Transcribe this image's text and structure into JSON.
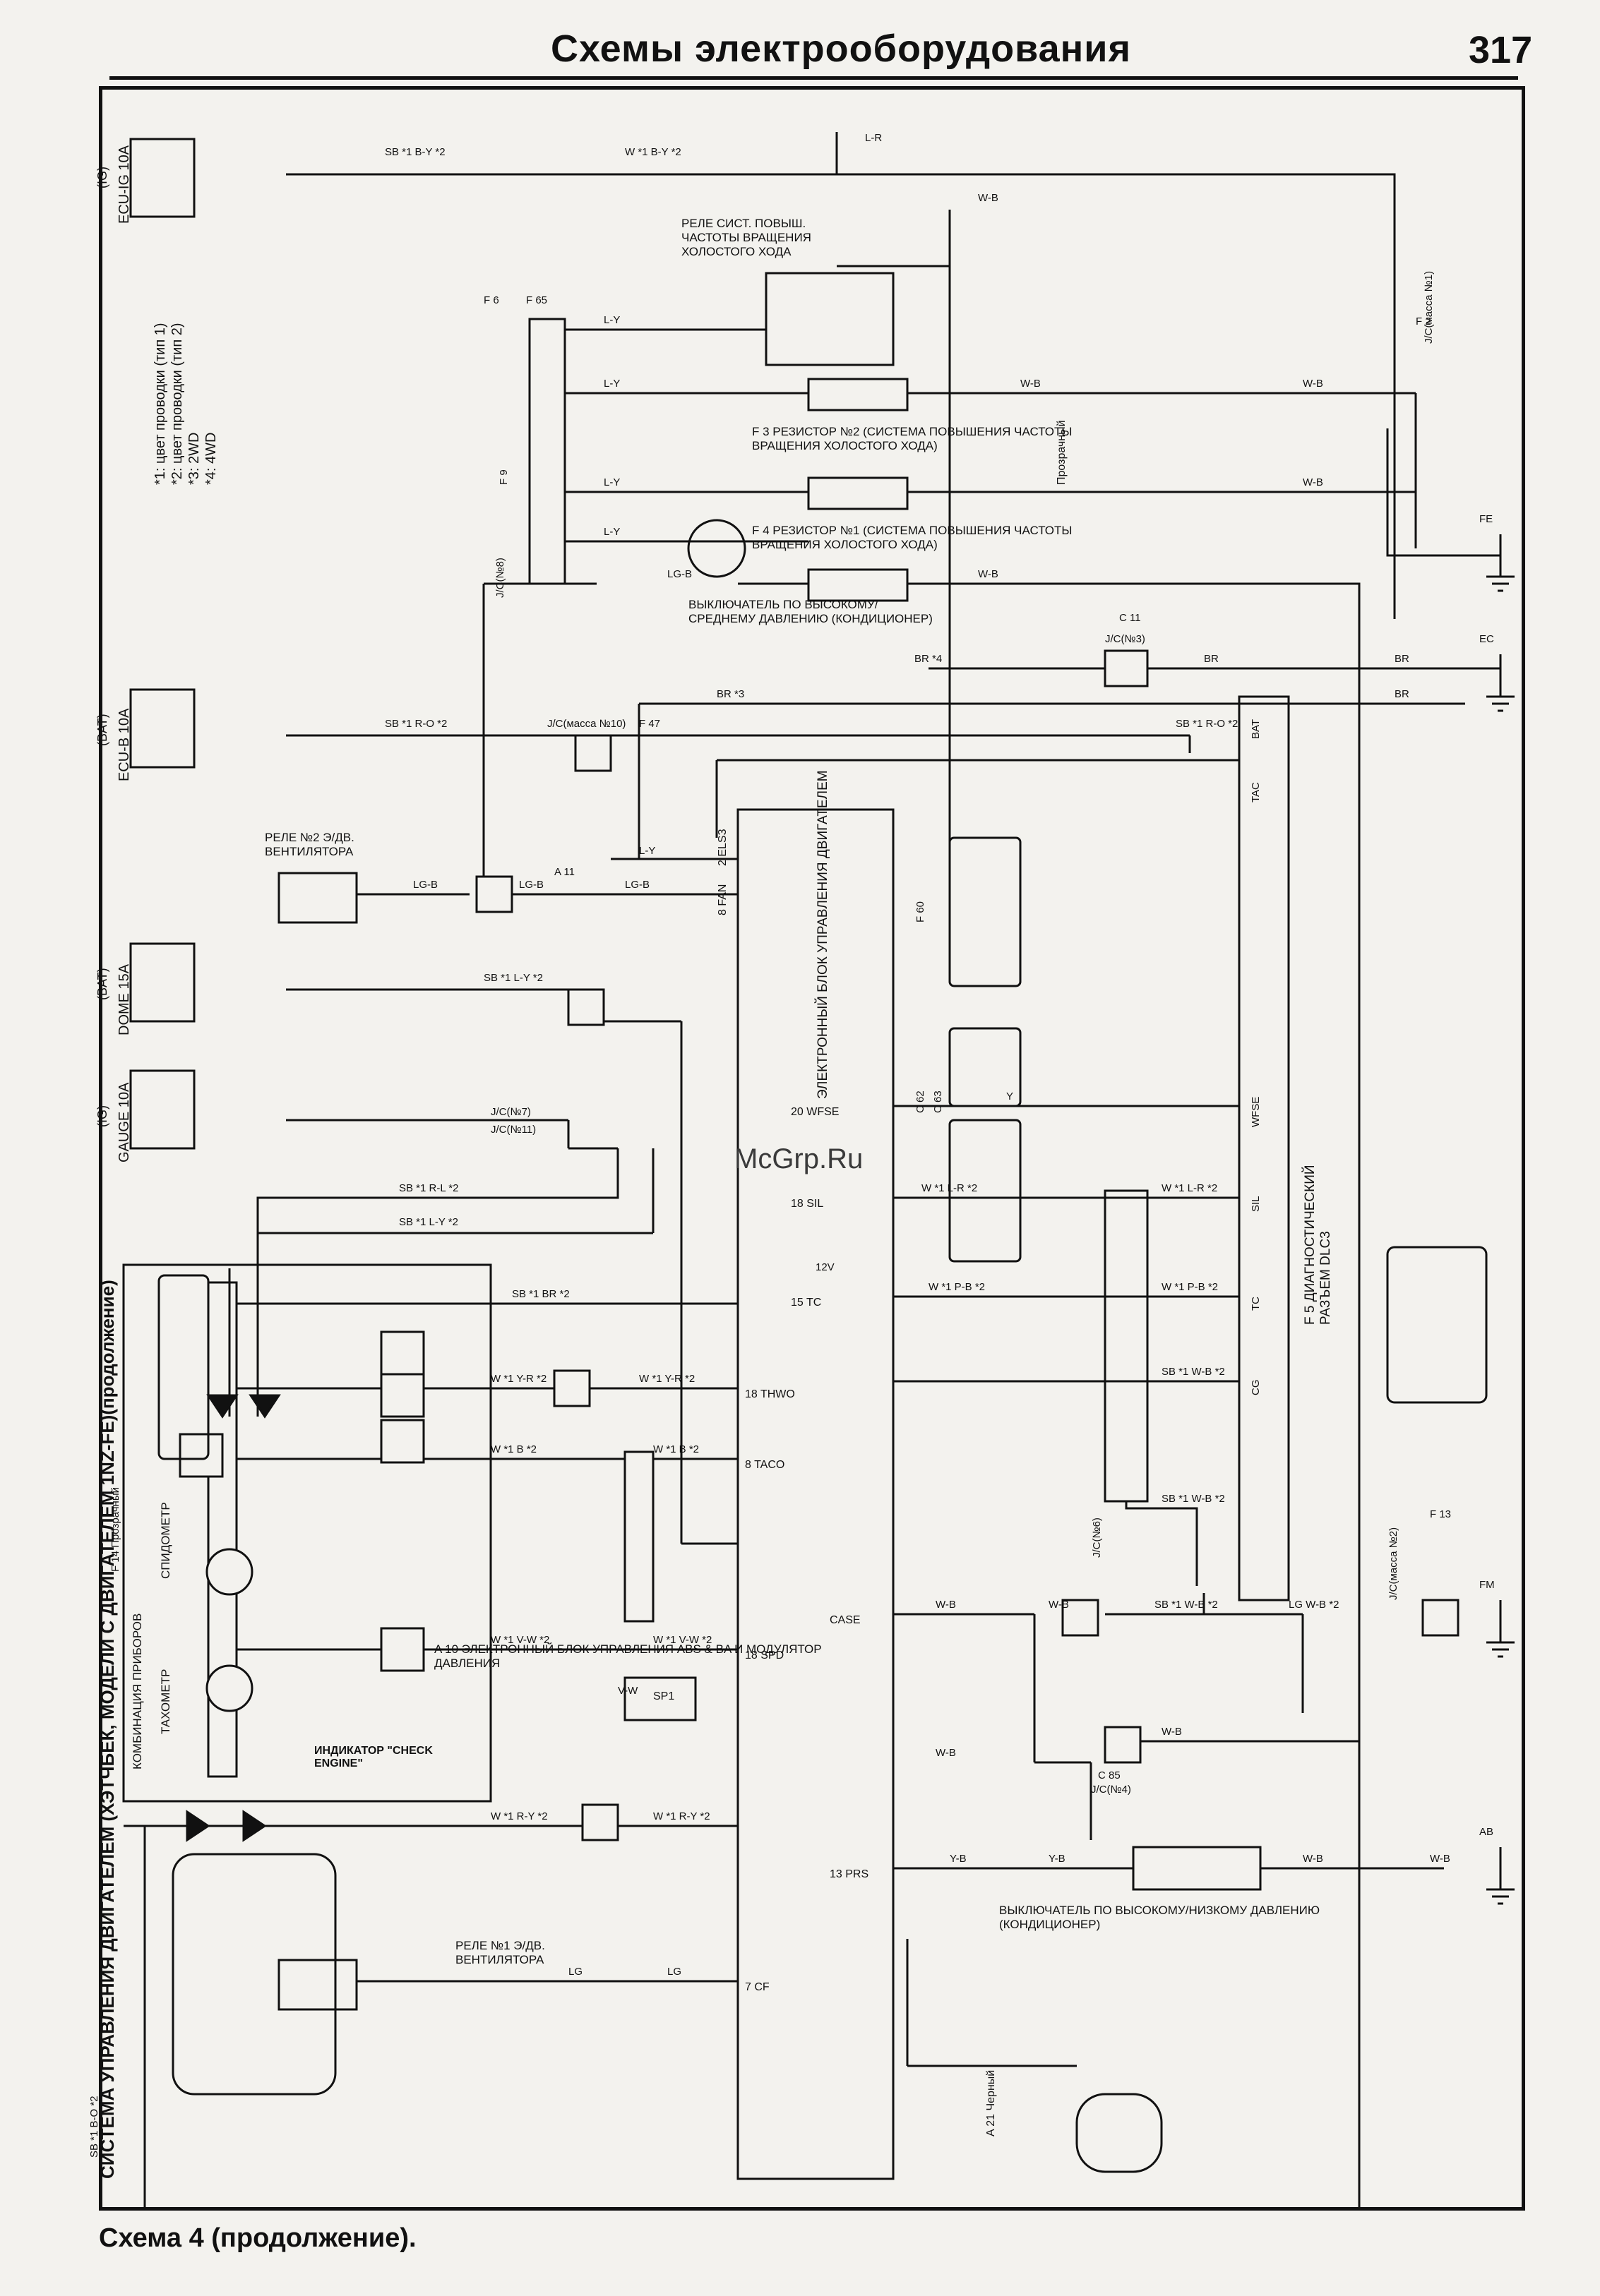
{
  "header": {
    "title": "Схемы электрооборудования",
    "page_number": "317"
  },
  "caption": "Схема 4 (продолжение).",
  "watermark": "McGrp.Ru",
  "colors": {
    "line": "#111111",
    "paper": "#f3f2ee"
  },
  "system_title": "СИСТЕМА УПРАВЛЕНИЯ ДВИГАТЕЛЕМ (ХЭТЧБЕК, МОДЕЛИ С ДВИГАТЕЛЕМ 1NZ-FE)(продолжение)",
  "legend": [
    "*1: цвет проводки (тип 1)",
    "*2: цвет проводки (тип 2)",
    "*3: 2WD",
    "*4: 4WD"
  ],
  "fuses": [
    {
      "name": "ECU-IG",
      "rating": "10A",
      "source": "(IG)"
    },
    {
      "name": "ECU-B",
      "rating": "10A",
      "source": "(BAT)"
    },
    {
      "name": "DOME",
      "rating": "15A",
      "source": "(BAT)"
    },
    {
      "name": "GAUGE",
      "rating": "10A",
      "source": "(IG)"
    }
  ],
  "relays": {
    "idle_relay": "РЕЛЕ СИСТ. ПОВЫШ. ЧАСТОТЫ ВРАЩЕНИЯ ХОЛОСТОГО ХОДА",
    "fan_relay_2": "РЕЛЕ №2 Э/ДВ. ВЕНТИЛЯТОРА",
    "fan_relay_1": "РЕЛЕ №1 Э/ДВ. ВЕНТИЛЯТОРА"
  },
  "resistors": {
    "r2_id": "F 3",
    "r2": "РЕЗИСТОР №2 (СИСТЕМА ПОВЫШЕНИЯ ЧАСТОТЫ ВРАЩЕНИЯ ХОЛОСТОГО ХОДА)",
    "r1_id": "F 4",
    "r1": "РЕЗИСТОР №1 (СИСТЕМА ПОВЫШЕНИЯ ЧАСТОТЫ ВРАЩЕНИЯ ХОЛОСТОГО ХОДА)",
    "transparent": "Прозрачный"
  },
  "switches": {
    "high_medium": "ВЫКЛЮЧАТЕЛЬ ПО ВЫСОКОМУ/СРЕДНЕМУ ДАВЛЕНИЮ (КОНДИЦИОНЕР)",
    "high_low": "ВЫКЛЮЧАТЕЛЬ ПО ВЫСОКОМУ/НИЗКОМУ ДАВЛЕНИЮ (КОНДИЦИОНЕР)",
    "sw_id": "A 21",
    "sw_color": "Черный"
  },
  "ecu": {
    "name": "ЭЛЕКТРОННЫЙ БЛОК УПРАВЛЕНИЯ ДВИГАТЕЛЕМ",
    "pins": [
      {
        "num": "2",
        "name": "ELS3"
      },
      {
        "num": "8",
        "name": "FAN"
      },
      {
        "num": "20",
        "name": "WFSE"
      },
      {
        "num": "18",
        "name": "SIL"
      },
      {
        "num": "15",
        "name": "TC"
      },
      {
        "num": "18",
        "name": "THWO"
      },
      {
        "num": "8",
        "name": "TACO"
      },
      {
        "num": "18",
        "name": "SPD"
      },
      {
        "num": "",
        "name": "CASE"
      },
      {
        "num": "13",
        "name": "PRS"
      },
      {
        "num": "7",
        "name": "CF"
      }
    ]
  },
  "dlc3": {
    "name": "ДИАГНОСТИЧЕСКИЙ РАЗЪЕМ DLC3",
    "id": "F 5",
    "pins": [
      "BAT",
      "TAC",
      "WFSE",
      "SIL",
      "TC",
      "CG"
    ]
  },
  "combination_meter": {
    "name": "КОМБИНАЦИЯ ПРИБОРОВ",
    "speedo": "СПИДОМЕТР",
    "tacho": "ТАХОМЕТР",
    "check_engine": "ИНДИКАТОР \"CHECK ENGINE\"",
    "connector": "F 14",
    "connector_color": "Прозрачный"
  },
  "abs_ecu": {
    "name": "ЭЛЕКТРОННЫЙ БЛОК УПРАВЛЕНИЯ ABS & BA И МОДУЛЯТОР ДАВЛЕНИЯ",
    "id": "A 10",
    "pin": "SP1"
  },
  "junctions": [
    "J/C(масса №1)",
    "J/C(№8)",
    "J/C(№3)",
    "J/C(масса №10)",
    "J/C(№7)",
    "J/C(№11)",
    "J/C(№4)",
    "J/C(масса №2)",
    "J/C(№6)"
  ],
  "grounds": [
    "FE",
    "EC",
    "FM",
    "AB",
    "F 2",
    "C 11",
    "F 13",
    "A 11",
    "C 85"
  ],
  "wire_labels": {
    "sb_by": "SB *1  B-Y *2",
    "w_by": "W *1  B-Y *2",
    "w_b": "W-B",
    "l_y": "L-Y",
    "lg_b": "LG-B",
    "br": "BR",
    "br4": "BR *4",
    "br3": "BR *3",
    "sb_ro": "SB *1  R-O *2",
    "sb_ly": "SB *1  L-Y *2",
    "sb_rl": "SB *1  R-L *2",
    "sb_br": "SB *1  BR *2",
    "w_yr": "W *1  Y-R *2",
    "w_b2": "W *1  B *2",
    "w_vw": "W *1  V-W *2",
    "w_ry": "W *1  R-Y *2",
    "w_lr": "W *1  L-R *2",
    "w_pb": "W *1  P-B *2",
    "sb_wb": "SB *1  W-B *2",
    "lg_wb": "LG  W-B *2",
    "y_b": "Y-B",
    "lg": "LG",
    "y": "Y",
    "v12": "12V",
    "sb_bo": "SB *1  B-O *2",
    "v_w": "V-W",
    "l_r": "L-R"
  },
  "connectors": [
    "F 60",
    "C 62",
    "C 63",
    "F 47",
    "F 6",
    "F 65",
    "F 9"
  ]
}
